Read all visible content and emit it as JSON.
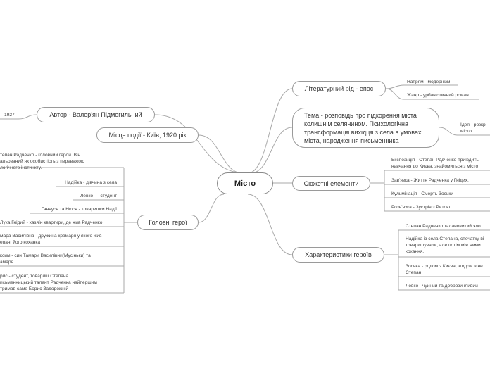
{
  "central": "Місто",
  "left_branches": {
    "author": {
      "label": "Автор - Валер'ян Підмогильний",
      "children": [
        "- 1927"
      ]
    },
    "place": {
      "label": "Місце події - Київ, 1920 рік",
      "children": []
    },
    "heroes": {
      "label": "Головні герої",
      "children": [
        [
          "тепан Радченко - головний герой. Він",
          "альований як особистість з переважою",
          "логічного інстинкту."
        ],
        [
          "Надійка - дівчина з села"
        ],
        [
          "Левко — студент"
        ],
        [
          "Ганнуся та Нюся - товаришки Надії"
        ],
        [
          "Лука Гнідий - хазяїн квартири, де жив Радченко"
        ],
        [
          "мара Василівна - дружина крамаря у якого жив",
          "епан, його коханка"
        ],
        [
          "ксим - син Тамари Василівни(Мусіньки) та",
          "амаря"
        ],
        [
          "рис - студент, товариш Степана.",
          "исьменницький талант Радченка найпершим",
          "тримав саме Борис Задорожній"
        ]
      ]
    }
  },
  "right_branches": {
    "genre": {
      "label": "Літературний рід - епос",
      "children": [
        "Напрям - модернізм",
        "Жанр - урбаністичний роман"
      ]
    },
    "theme": {
      "label": [
        "Тема - розповідь про підкорення міста",
        "колишнім селянином. Психологічна",
        "трансформація вихідця з села в умовах",
        "міста, народження письменника"
      ],
      "children": [
        [
          "Ідея -  розкр",
          "місто."
        ]
      ]
    },
    "plot": {
      "label": "Сюжетні елементи",
      "children": [
        [
          "Експозиція - Степан Радченко приїздить",
          "навчання до Києва, знайомиться з місто"
        ],
        [
          "Зав'язка - Життя Радченка у Гнідих."
        ],
        [
          "Кульмінація - Смерть Зоськи"
        ],
        [
          "Розв'язка - Зустріч з Ритою"
        ]
      ]
    },
    "characters": {
      "label": "Характеристики героїв",
      "children": [
        [
          "Степан Радченко талановитий хло"
        ],
        [
          "Надійка із села Степана, спочатку ві",
          "товаришували, але потім між ними",
          "кохання."
        ],
        [
          "Зоська - родом з Києва, згодом в не",
          "Степан"
        ],
        [
          "Левко - чуйний та доброзичливий"
        ]
      ]
    }
  },
  "colors": {
    "border": "#9a9a9a",
    "link": "#a8a8a8",
    "text": "#333333"
  }
}
